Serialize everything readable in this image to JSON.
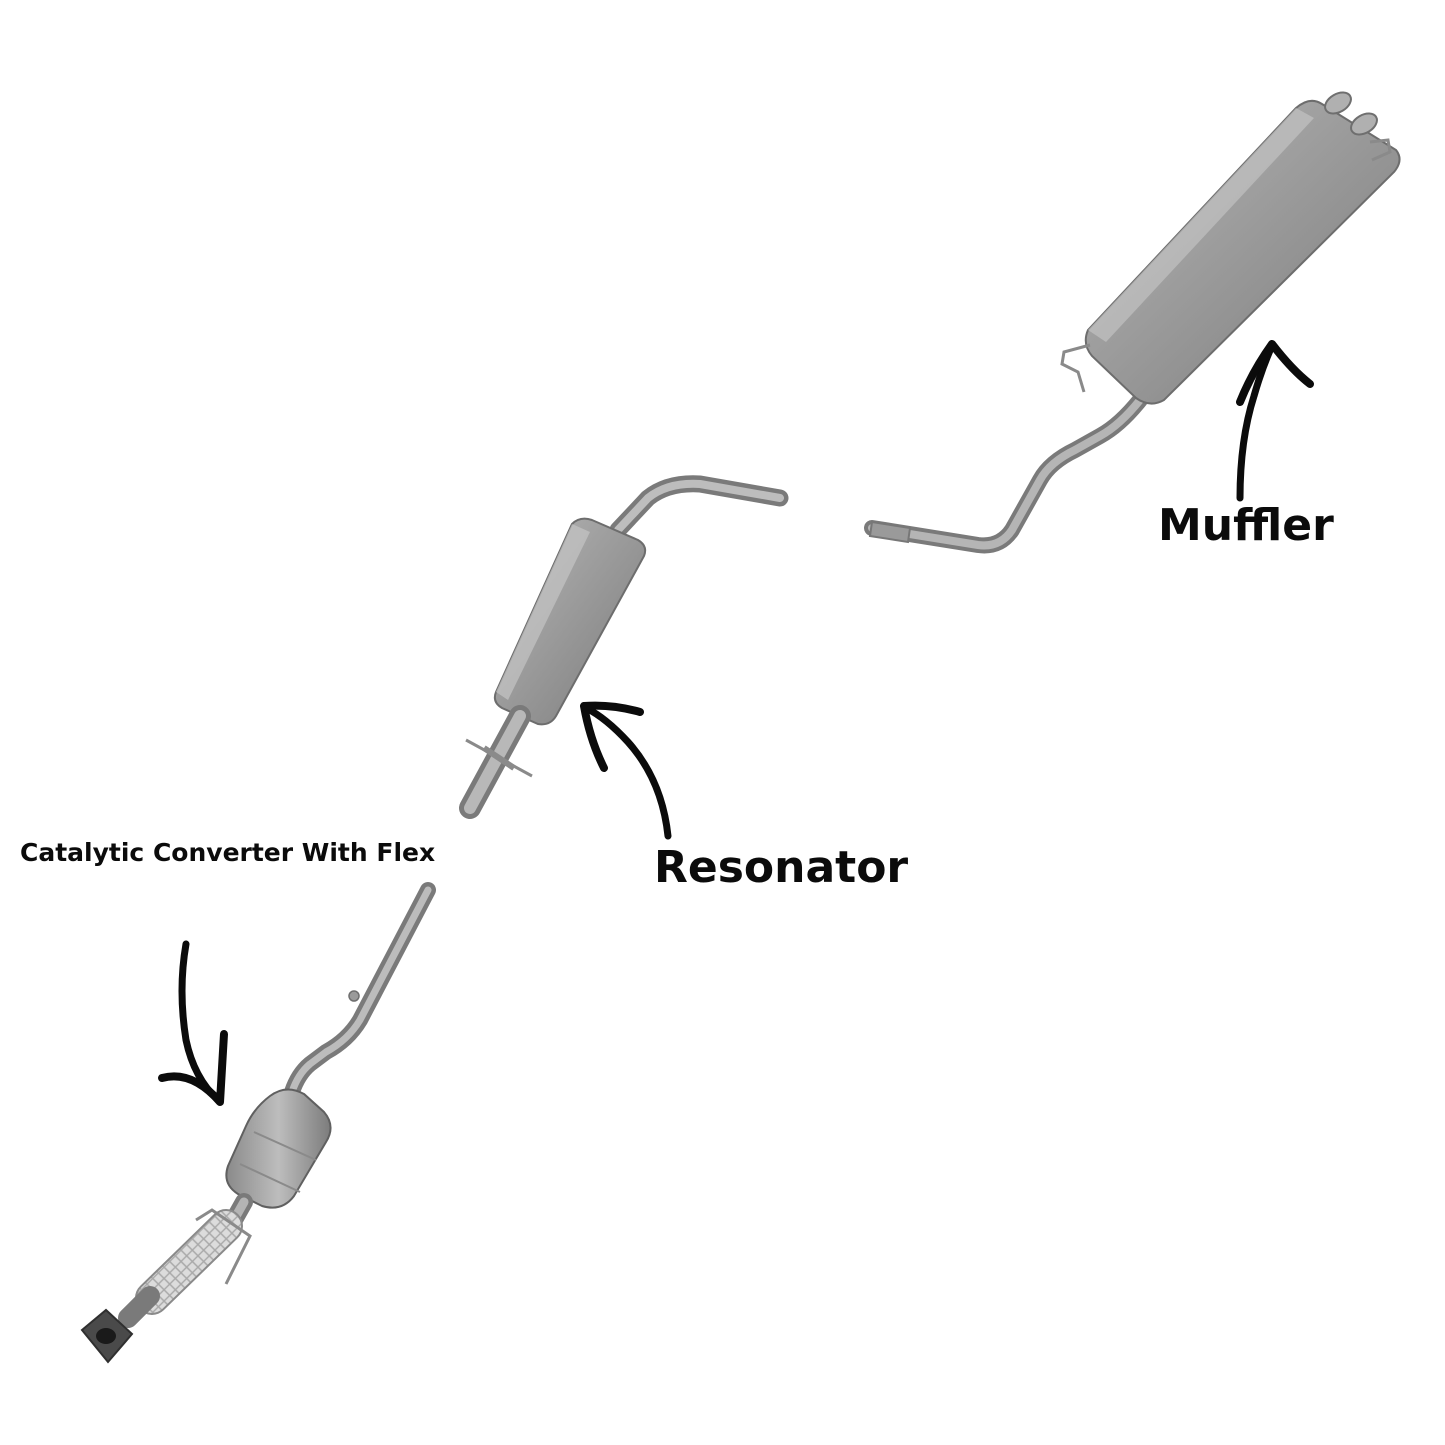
{
  "labels": {
    "catalytic_converter": "Catalytic Converter With Flex",
    "resonator": "Resonator",
    "muffler": "Muffler"
  },
  "colors": {
    "background": "#ffffff",
    "text": "#0b0b0b",
    "pipe": "#9a9a9a",
    "pipe_shadow": "#6f6f6f",
    "pipe_highlight": "#c9c9c9",
    "flex_mesh": "#d4d4d4"
  },
  "icons": [
    "arrow-to-catalytic-converter",
    "arrow-to-resonator",
    "arrow-to-muffler"
  ]
}
